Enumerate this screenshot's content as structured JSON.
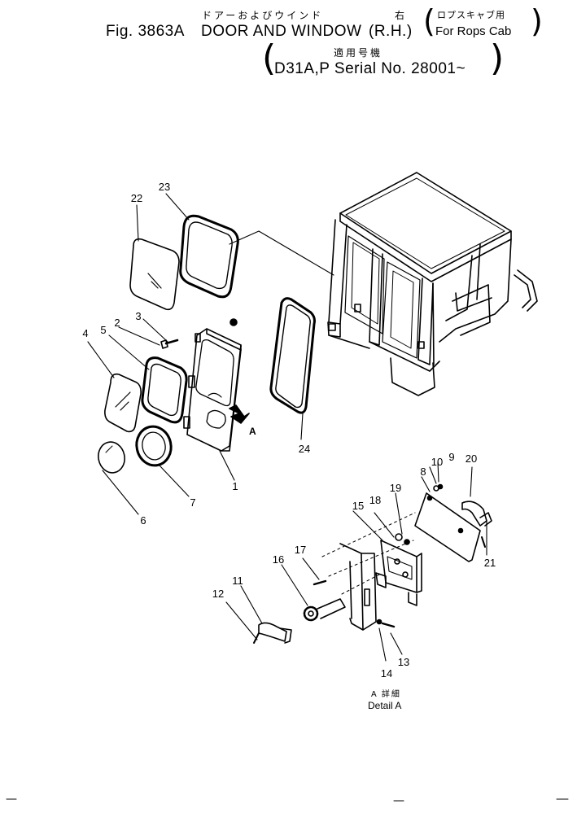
{
  "header": {
    "jp_title": "ドアーおよびウインド",
    "jp_right": "右",
    "jp_rops": "ロプスキャブ用",
    "fig_no": "Fig. 3863A",
    "title": "DOOR AND WINDOW",
    "side": "(R.H.)",
    "rops": "For Rops Cab",
    "jp_serial": "適用号機",
    "serial": "D31A,P Serial No. 28001~"
  },
  "parts": [
    {
      "no": "1"
    },
    {
      "no": "2"
    },
    {
      "no": "3"
    },
    {
      "no": "4"
    },
    {
      "no": "5"
    },
    {
      "no": "6"
    },
    {
      "no": "7"
    },
    {
      "no": "8"
    },
    {
      "no": "9"
    },
    {
      "no": "10"
    },
    {
      "no": "11"
    },
    {
      "no": "12"
    },
    {
      "no": "13"
    },
    {
      "no": "14"
    },
    {
      "no": "15"
    },
    {
      "no": "16"
    },
    {
      "no": "17"
    },
    {
      "no": "18"
    },
    {
      "no": "19"
    },
    {
      "no": "20"
    },
    {
      "no": "21"
    },
    {
      "no": "22"
    },
    {
      "no": "23"
    },
    {
      "no": "24"
    }
  ],
  "markers": {
    "view_arrow": "A",
    "detail_jp": "A 詳細",
    "detail_en": "Detail A"
  }
}
